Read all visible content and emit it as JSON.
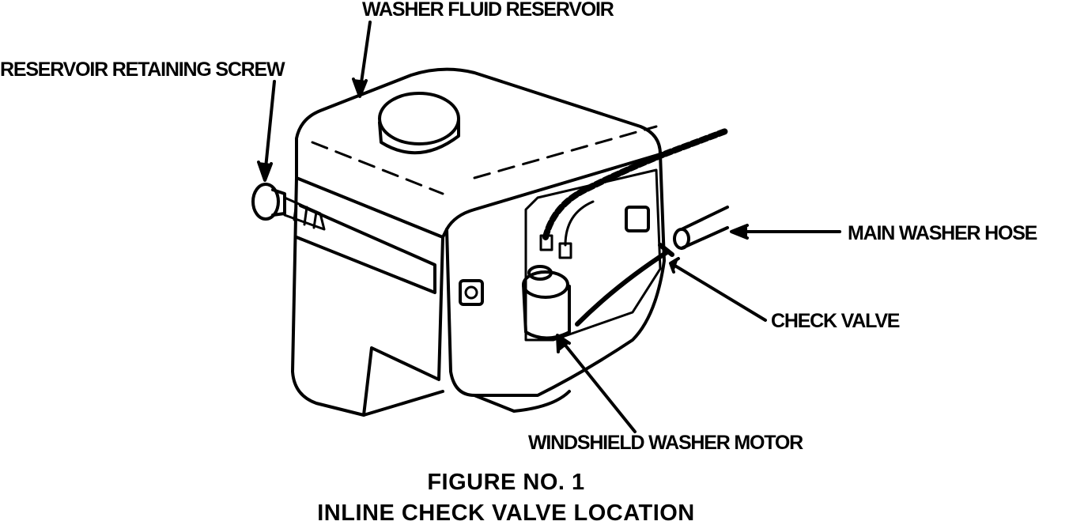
{
  "labels": {
    "reservoir": "WASHER FLUID RESERVOIR",
    "screw": "RESERVOIR RETAINING SCREW",
    "hose": "MAIN WASHER HOSE",
    "check_valve": "CHECK VALVE",
    "motor": "WINDSHIELD WASHER MOTOR"
  },
  "caption": {
    "figure": "FIGURE NO. 1",
    "title": "INLINE CHECK VALVE LOCATION"
  }
}
